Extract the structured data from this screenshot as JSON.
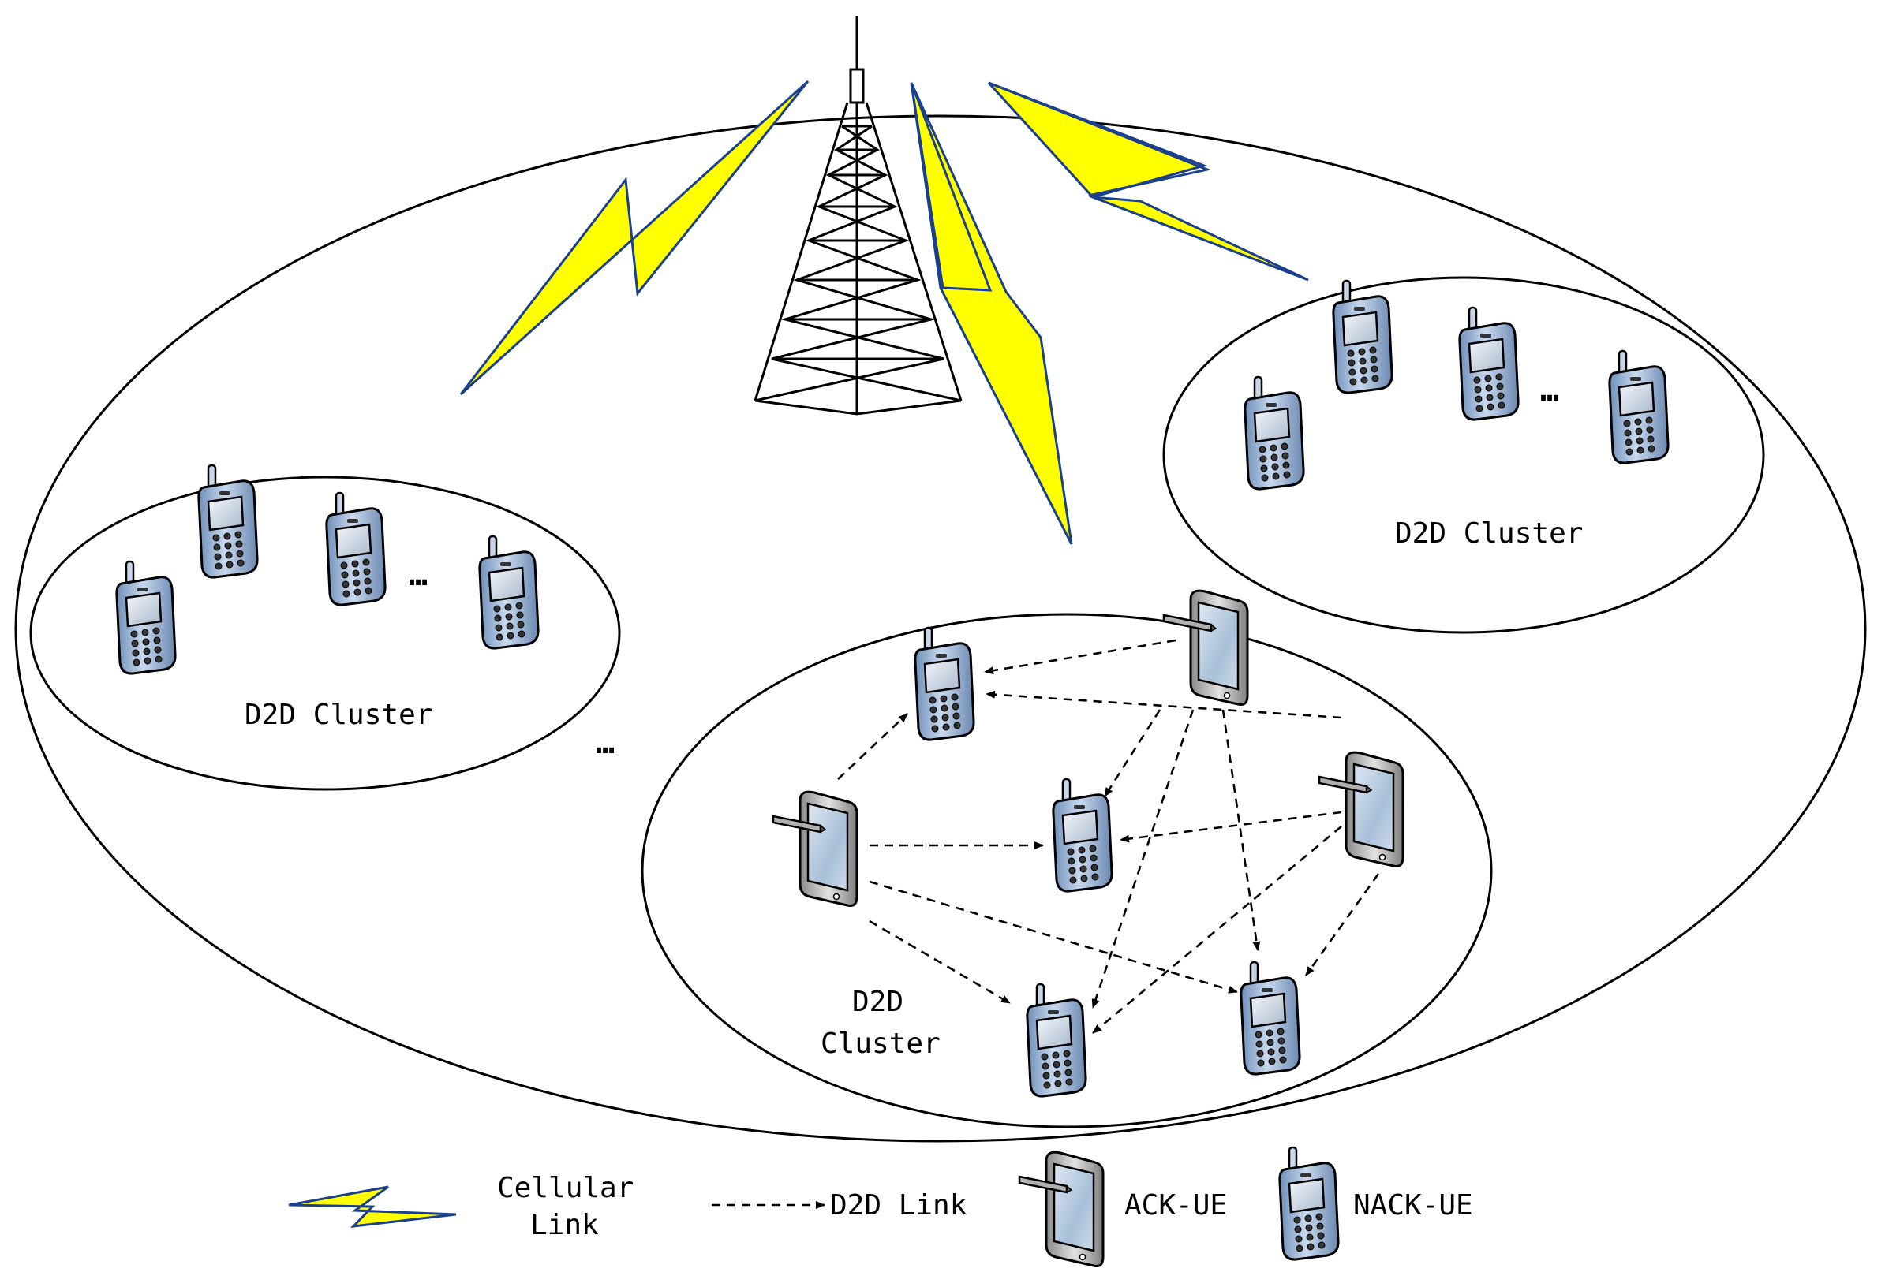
{
  "clusters": {
    "left_label": "D2D Cluster",
    "right_label": "D2D Cluster",
    "center_label_line1": "D2D",
    "center_label_line2": "Cluster",
    "ellipsis": "…",
    "between_ellipsis": "…"
  },
  "legend": {
    "cellular_line1": "Cellular",
    "cellular_line2": "Link",
    "d2d": "D2D Link",
    "ack": "ACK-UE",
    "nack": "NACK-UE"
  },
  "colors": {
    "bolt_fill": "#ffff00",
    "bolt_stroke": "#1a3f8c",
    "phone_body": "#a9c0dd",
    "tablet_body": "#d0d0d0"
  }
}
